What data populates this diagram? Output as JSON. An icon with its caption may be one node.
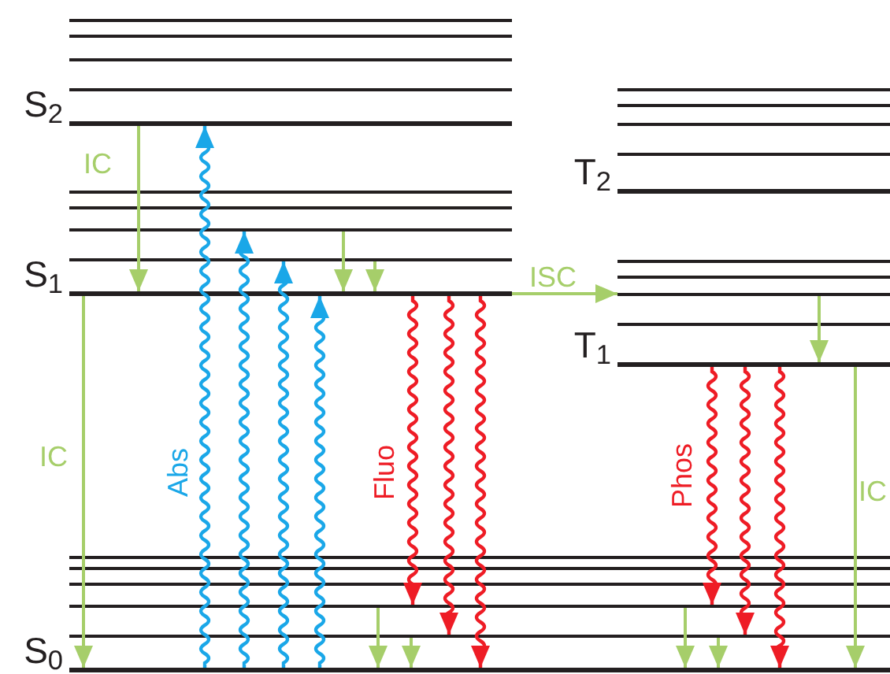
{
  "diagram": {
    "nodes": [
      {
        "text": [],
        "shape": "bar"
      },
      {
        "text": [],
        "shape": "bar"
      },
      {
        "text": [],
        "shape": "bar"
      },
      {
        "text": [],
        "shape": "bar"
      },
      {
        "text": [],
        "shape": "bar",
        "beside": [
          "S$_{2}$"
        ]
      },
      {
        "text": [],
        "shape": "bar"
      },
      {
        "text": [],
        "shape": "bar"
      },
      {
        "text": [],
        "shape": "bar"
      },
      {
        "text": [],
        "shape": "bar"
      },
      {
        "text": [],
        "shape": "bar",
        "beside": [
          "S$_{1}$"
        ]
      },
      {
        "text": [],
        "shape": "bar"
      },
      {
        "text": [],
        "shape": "bar"
      },
      {
        "text": [],
        "shape": "bar"
      },
      {
        "text": [],
        "shape": "bar"
      },
      {
        "text": [],
        "shape": "bar"
      },
      {
        "text": [],
        "shape": "bar",
        "beside": [
          "S$_{0}$"
        ]
      },
      {
        "text": [],
        "shape": "bar"
      },
      {
        "text": [],
        "shape": "bar"
      },
      {
        "text": [],
        "shape": "bar"
      },
      {
        "text": [],
        "shape": "bar"
      },
      {
        "text": [],
        "shape": "bar",
        "beside": [
          "T$_{2}$"
        ]
      },
      {
        "text": [],
        "shape": "bar"
      },
      {
        "text": [],
        "shape": "bar"
      },
      {
        "text": [],
        "shape": "bar"
      },
      {
        "text": [],
        "shape": "bar"
      },
      {
        "text": [],
        "shape": "bar",
        "beside": [
          "T$_{1}$"
        ]
      }
    ],
    "edges": [
      {
        "from": 4,
        "to": 9,
        "arrow": "to",
        "label": "IC"
      },
      {
        "from": 15,
        "to": 4,
        "arrow": "to",
        "label": "Abs",
        "color": "#1aa7e8"
      },
      {
        "from": 15,
        "to": 7,
        "arrow": "to",
        "color": "#1aa7e8"
      },
      {
        "from": 15,
        "to": 8,
        "arrow": "to",
        "color": "#1aa7e8"
      },
      {
        "from": 15,
        "to": 9,
        "arrow": "to",
        "color": "#1aa7e8"
      },
      {
        "from": 7,
        "to": 9,
        "arrow": "to"
      },
      {
        "from": 8,
        "to": 9,
        "arrow": "to"
      },
      {
        "from": 9,
        "to": 15,
        "arrow": "to",
        "label": "IC"
      },
      {
        "from": 9,
        "to": 23,
        "arrow": "to",
        "label": "ISC"
      },
      {
        "from": 23,
        "to": 25,
        "arrow": "to"
      },
      {
        "from": 9,
        "to": 13,
        "arrow": "to",
        "label": "Fluo",
        "color": "#ee1c25"
      },
      {
        "from": 9,
        "to": 14,
        "arrow": "to",
        "color": "#ee1c25"
      },
      {
        "from": 9,
        "to": 15,
        "arrow": "to",
        "color": "#ee1c25"
      },
      {
        "from": 13,
        "to": 15,
        "arrow": "to"
      },
      {
        "from": 14,
        "to": 15,
        "arrow": "to"
      },
      {
        "from": 25,
        "to": 13,
        "arrow": "to",
        "label": "Phos",
        "color": "#ee1c25"
      },
      {
        "from": 25,
        "to": 14,
        "arrow": "to",
        "color": "#ee1c25"
      },
      {
        "from": 25,
        "to": 15,
        "arrow": "to",
        "color": "#ee1c25"
      },
      {
        "from": 13,
        "to": 15,
        "arrow": "to"
      },
      {
        "from": 14,
        "to": 15,
        "arrow": "to"
      },
      {
        "from": 25,
        "to": 15,
        "arrow": "to",
        "label": "IC"
      }
    ]
  }
}
